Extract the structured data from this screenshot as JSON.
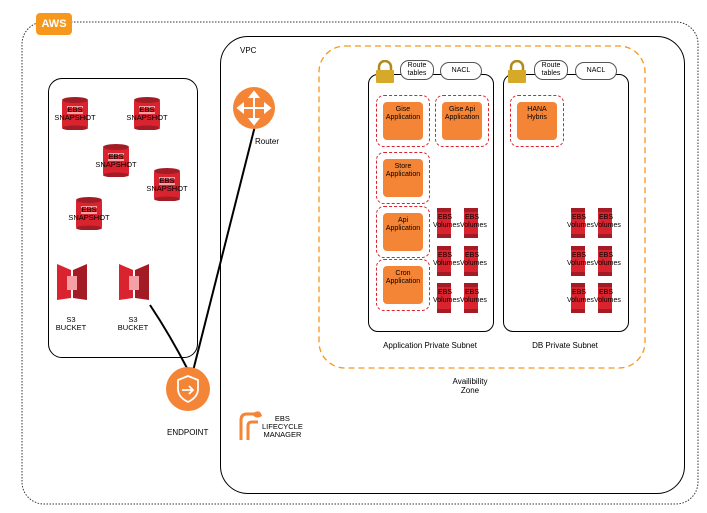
{
  "aws_label": "AWS",
  "vpc_label": "VPC",
  "router_label": "Router",
  "endpoint_label": "ENDPOINT",
  "lifecycle_label": [
    "EBS",
    "LIFECYCLE",
    "MANAGER"
  ],
  "availability_zone_label": [
    "Availibility",
    "Zone"
  ],
  "app_subnet_label": "Application Private Subnet",
  "db_subnet_label": "DB Private Subnet",
  "route_tables_label": [
    "Route",
    "tables"
  ],
  "nacl_label": "NACL",
  "snapshot_label": [
    "EBS",
    "SNAPSHOT"
  ],
  "bucket_label": [
    "S3",
    "BUCKET"
  ],
  "volume_label": [
    "EBS",
    "Volumes"
  ],
  "apps": {
    "gise": [
      "Gise",
      "Application"
    ],
    "gise_api": [
      "Gise Api",
      "Application"
    ],
    "store": [
      "Store",
      "Application"
    ],
    "api": [
      "Api",
      "Application"
    ],
    "cron": [
      "Cron",
      "Application"
    ],
    "hana": [
      "HANA",
      "Hybris"
    ]
  },
  "colors": {
    "aws_orange": "#f7981d",
    "resource_red": "#d9232e",
    "app_orange": "#f58536",
    "zone_dash": "#f7981d"
  }
}
